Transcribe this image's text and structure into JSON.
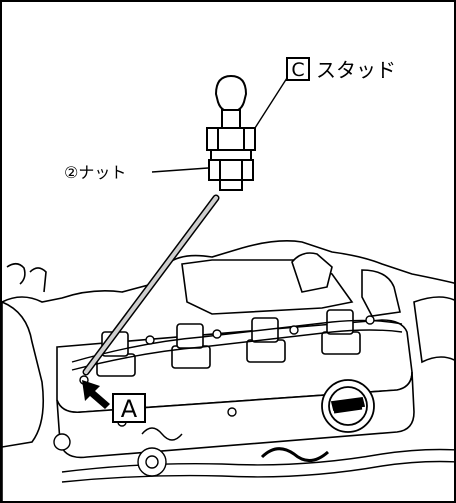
{
  "labels": {
    "stud": {
      "badge": "C",
      "text": "スタッド"
    },
    "nut": {
      "text": "②ナット"
    },
    "location": {
      "badge": "A"
    }
  },
  "colors": {
    "line": "#000000",
    "background": "#ffffff",
    "pointer": "#cfcfcf"
  }
}
